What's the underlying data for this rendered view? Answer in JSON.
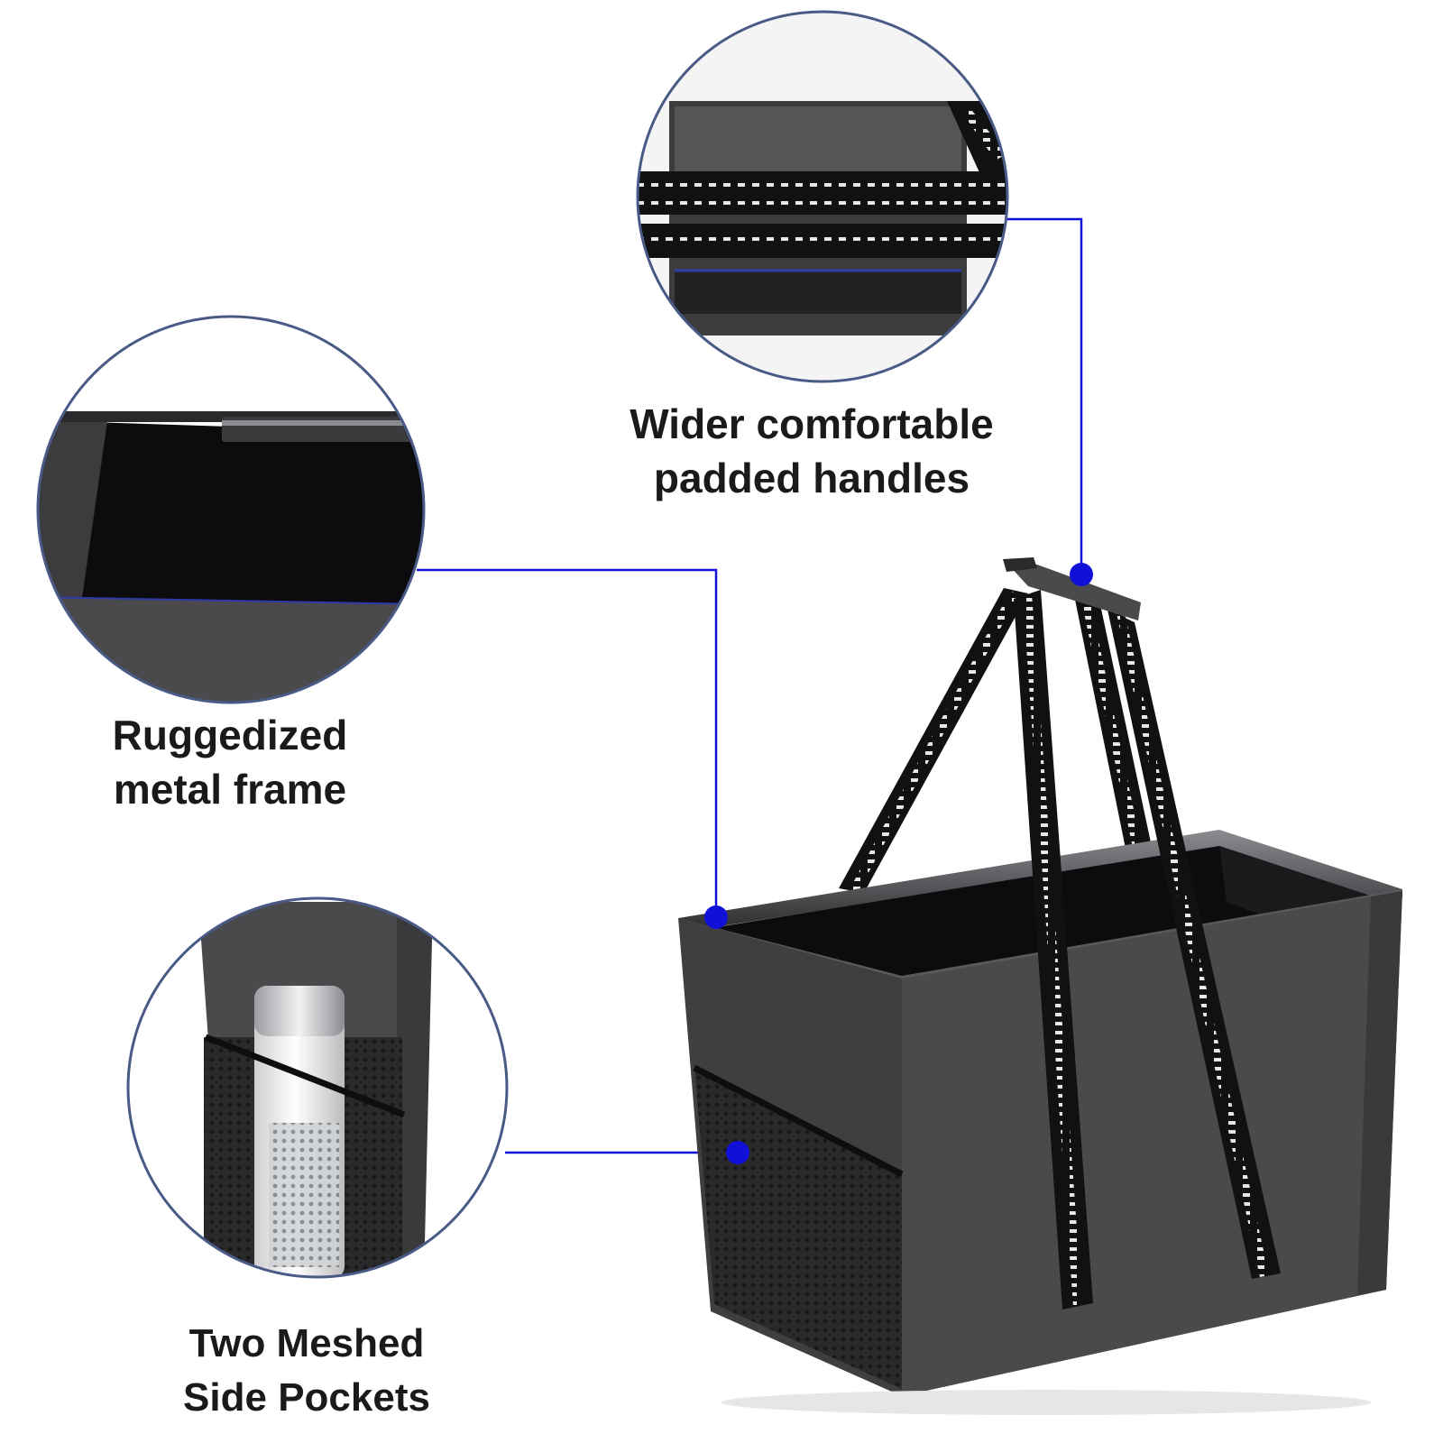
{
  "callouts": {
    "handles": {
      "line1": "Wider comfortable",
      "line2": "padded handles"
    },
    "frame": {
      "line1": "Ruggedized",
      "line2": "metal frame"
    },
    "pockets": {
      "line1": "Two Meshed",
      "line2": "Side Pockets"
    }
  },
  "colors": {
    "accent": "#1010d8",
    "circle_border": "#4a5a86",
    "bag_fabric": "#4a4a4c",
    "bag_lining": "#0c0c0e"
  }
}
